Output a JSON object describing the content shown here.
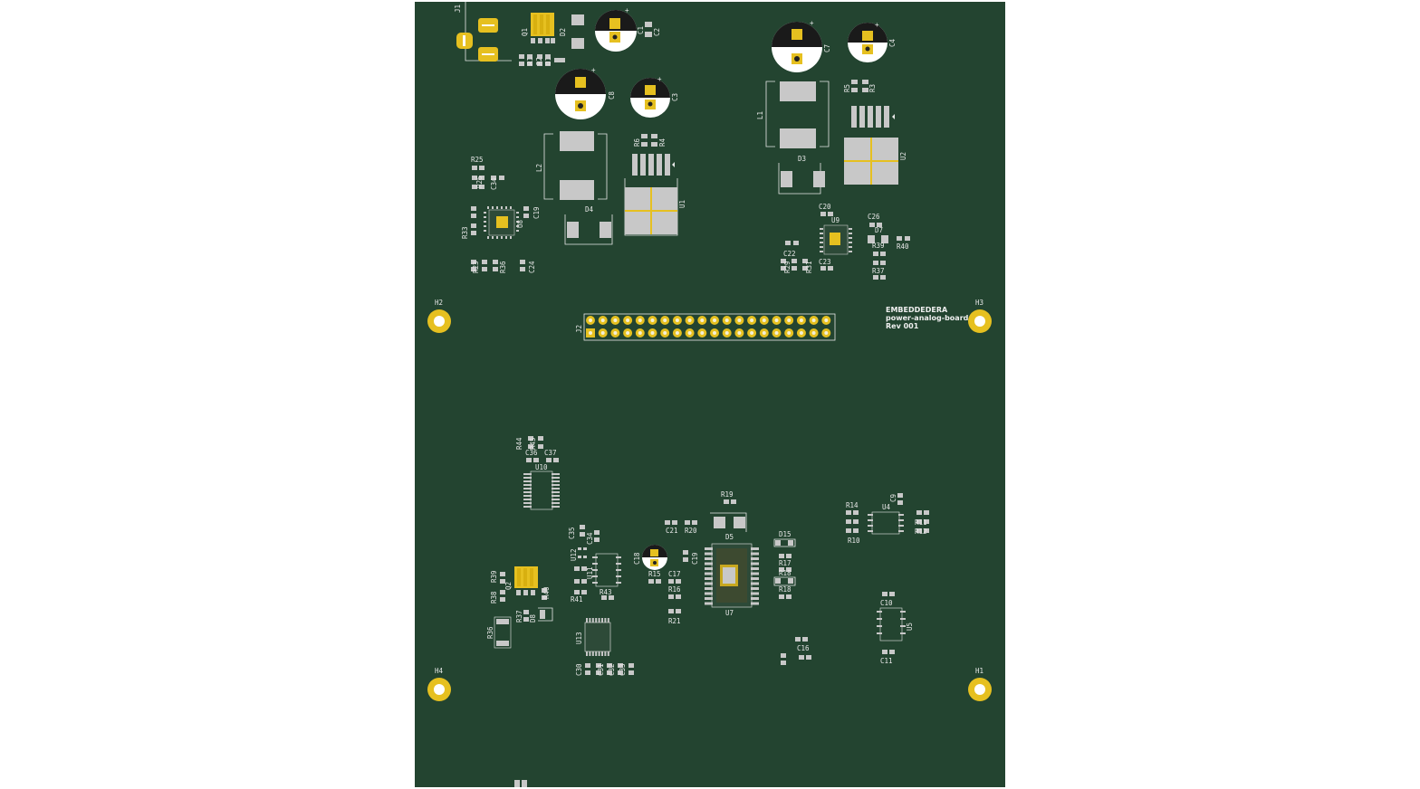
{
  "board_info": {
    "brand": "EMBEDDEDERA",
    "name": "power-analog-board",
    "revision": "Rev 001"
  },
  "mounting_holes": [
    "H1",
    "H2",
    "H3",
    "H4"
  ],
  "connectors": [
    "J1",
    "J2"
  ],
  "electrolytic_caps": [
    "C1",
    "C3",
    "C4",
    "C7",
    "C8",
    "C18"
  ],
  "inductors": [
    "L1",
    "L2"
  ],
  "regulators": [
    "U1",
    "U2"
  ],
  "ics": [
    "U4",
    "U5",
    "U7",
    "U8",
    "U9",
    "U10",
    "U11",
    "U12",
    "U13"
  ],
  "diodes": [
    "D1",
    "D2",
    "D3",
    "D4",
    "D5",
    "D6",
    "D7",
    "D8",
    "D15"
  ],
  "transistors": [
    "Q1",
    "Q2"
  ],
  "small_labels": [
    "C2",
    "C9",
    "C10",
    "C11",
    "C16",
    "C17",
    "C19",
    "C20",
    "C21",
    "C22",
    "C23",
    "C24",
    "C26",
    "C27",
    "C28",
    "C30",
    "C31",
    "C32",
    "C33",
    "C34",
    "C35",
    "C36",
    "C37",
    "R1",
    "R2",
    "R3",
    "R4",
    "R5",
    "R6",
    "R8",
    "R10",
    "R11",
    "R12",
    "R14",
    "R15",
    "R16",
    "R17",
    "R18",
    "R19",
    "R20",
    "R21",
    "R22",
    "R23",
    "R24",
    "R25",
    "R26",
    "R27",
    "R29",
    "R30",
    "R31",
    "R32",
    "R33",
    "R35",
    "R36",
    "R37",
    "R38",
    "R39",
    "R40",
    "R41",
    "R42",
    "R43",
    "R44",
    "R45"
  ]
}
